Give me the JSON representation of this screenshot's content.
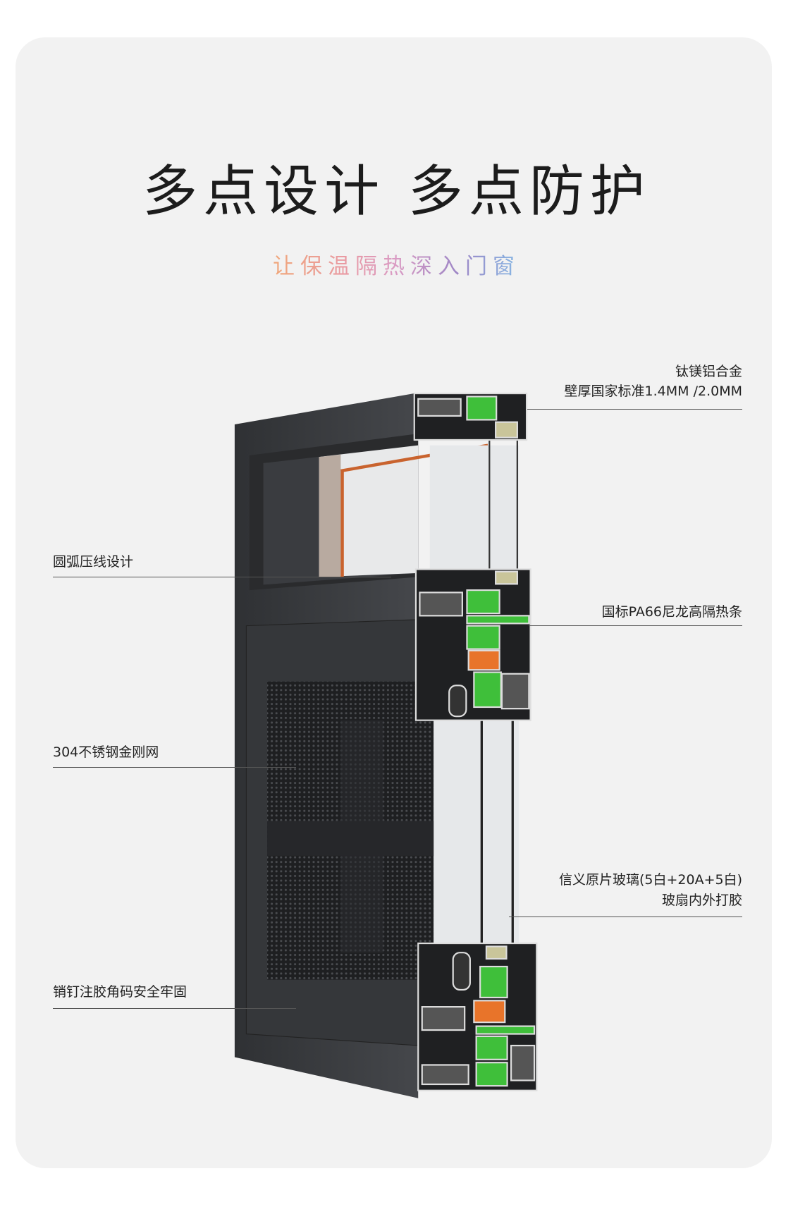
{
  "title": "多点设计 多点防护",
  "subtitle": "让保温隔热深入门窗",
  "labels": {
    "alloy_line1": "钛镁铝合金",
    "alloy_line2": "壁厚国家标准1.4MM /2.0MM",
    "arc_bead": "圆弧压线设计",
    "thermal_strip": "国标PA66尼龙高隔热条",
    "mesh": "304不锈钢金刚网",
    "glass_line1": "信义原片玻璃(5白+20A+5白)",
    "glass_line2": "玻扇内外打胶",
    "corner": "销钉注胶角码安全牢固"
  },
  "colors": {
    "frame": "#3a3c3f",
    "thermal_strip": "#3fbf3a",
    "gasket": "#e8742a",
    "gradient_start": "#f0a77a",
    "gradient_end": "#86b8e4"
  }
}
